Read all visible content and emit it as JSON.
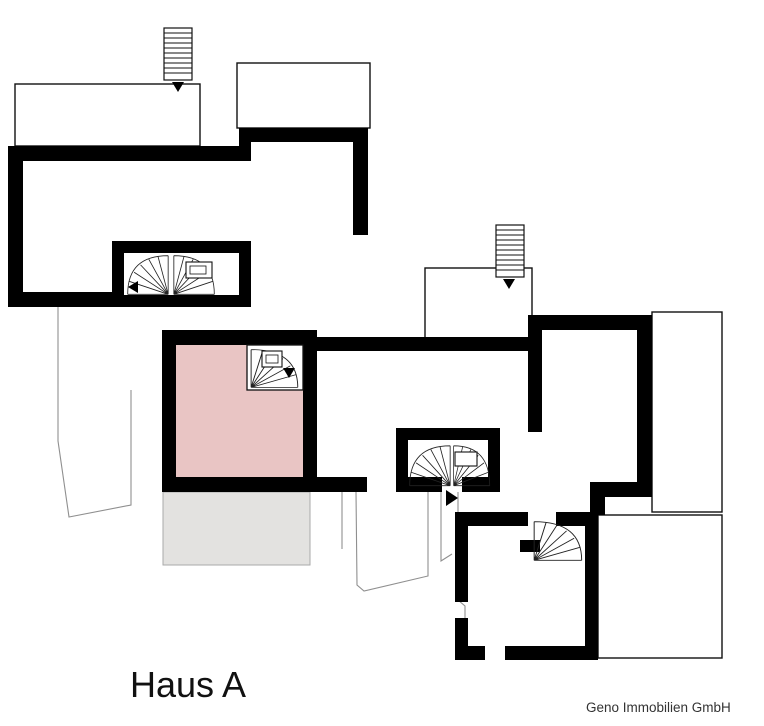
{
  "title": "Haus A floor plan",
  "labels": {
    "house": "Haus A",
    "company": "Geno Immobilien GmbH"
  },
  "colors": {
    "wall": "#000000",
    "highlight_room": "#e9c5c4",
    "terrace": "#e3e2e0",
    "outline": "#111111",
    "terrain": "#8f8f8f",
    "background": "#ffffff"
  },
  "icons": [
    "straight-stair-icon",
    "winder-stair-icon",
    "lift-icon",
    "direction-arrow-icon"
  ]
}
